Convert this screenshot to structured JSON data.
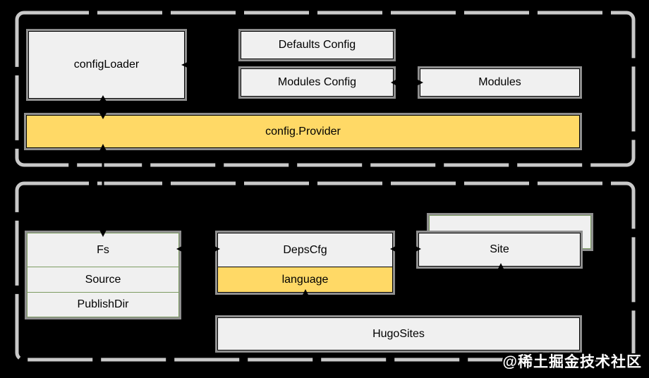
{
  "diagram": {
    "config_group": {
      "config_loader": "configLoader",
      "defaults_config": "Defaults Config",
      "modules_config": "Modules Config",
      "modules": "Modules",
      "config_provider": "config.Provider"
    },
    "deps_group": {
      "fs_stack": {
        "fs": "Fs",
        "source": "Source",
        "publish_dir": "PublishDir"
      },
      "deps_stack": {
        "deps_cfg": "DepsCfg",
        "language": "language"
      },
      "site": "Site",
      "hugo_sites": "HugoSites"
    },
    "watermark": "@稀土掘金技术社区",
    "colors": {
      "background": "#000000",
      "box_fill": "#f0f0f0",
      "highlight": "#ffd966",
      "green_border": "#7d9c62",
      "dash_border": "#c9c9c9",
      "halo": "#8f8f8f"
    }
  }
}
